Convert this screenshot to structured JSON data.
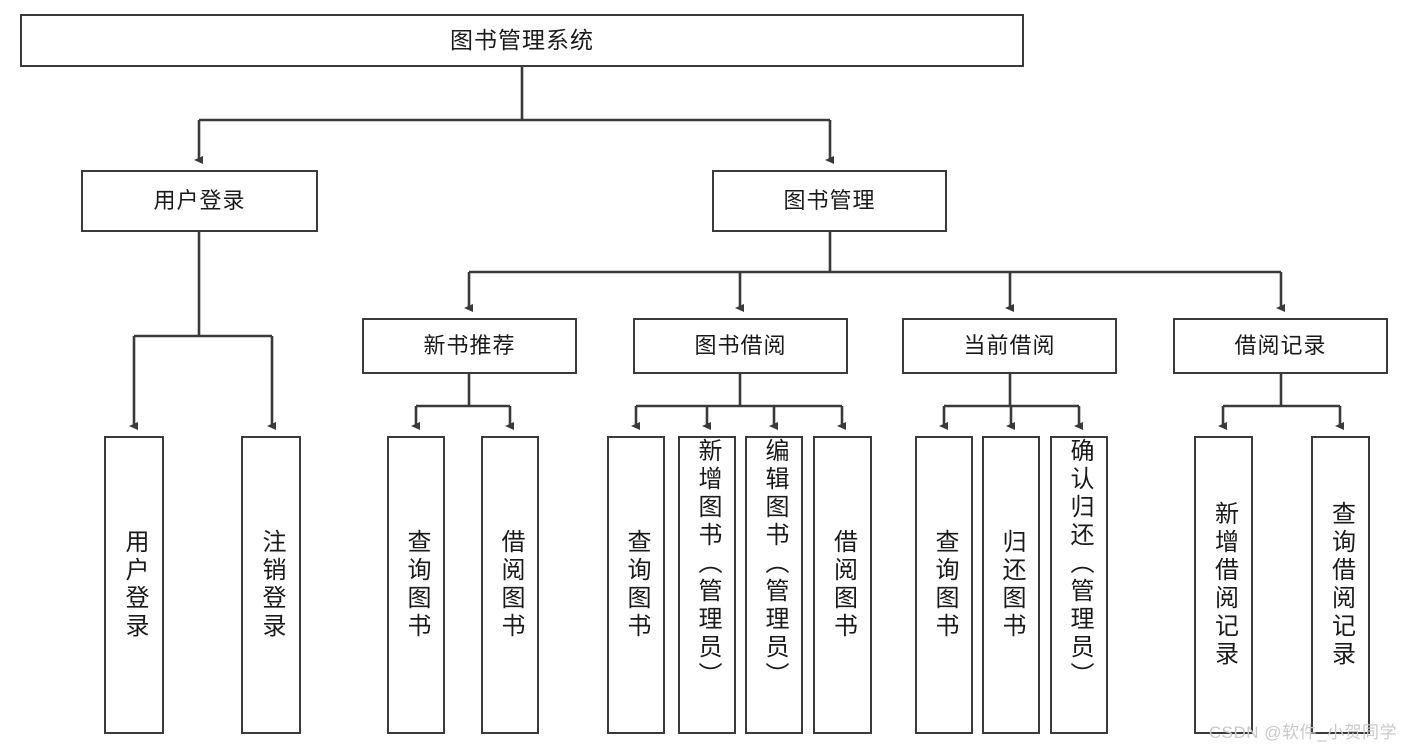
{
  "diagram": {
    "type": "tree-hierarchy",
    "title": "图书管理系统",
    "watermark": "CSDN @软件_小贺同学",
    "colors": {
      "box_border": "#3a3a3a",
      "box_fill": "#ffffff",
      "connector": "#3a3a3a",
      "text": "#1a1a1a",
      "watermark": "#c9c9c9",
      "background": "#ffffff"
    },
    "root": {
      "label": "图书管理系统"
    },
    "level2": [
      {
        "label": "用户登录"
      },
      {
        "label": "图书管理"
      }
    ],
    "level3": [
      {
        "label": "新书推荐"
      },
      {
        "label": "图书借阅"
      },
      {
        "label": "当前借阅"
      },
      {
        "label": "借阅记录"
      }
    ],
    "leaves": {
      "user_login": [
        {
          "label": "用户登录"
        },
        {
          "label": "注销登录"
        }
      ],
      "new_book": [
        {
          "label": "查询图书"
        },
        {
          "label": "借阅图书"
        }
      ],
      "book_borrow": [
        {
          "label": "查询图书"
        },
        {
          "label": "新增图书（管理员）"
        },
        {
          "label": "编辑图书（管理员）"
        },
        {
          "label": "借阅图书"
        }
      ],
      "current_borrow": [
        {
          "label": "查询图书"
        },
        {
          "label": "归还图书"
        },
        {
          "label": "确认归还（管理员）"
        }
      ],
      "borrow_record": [
        {
          "label": "新增借阅记录"
        },
        {
          "label": "查询借阅记录"
        }
      ]
    }
  }
}
